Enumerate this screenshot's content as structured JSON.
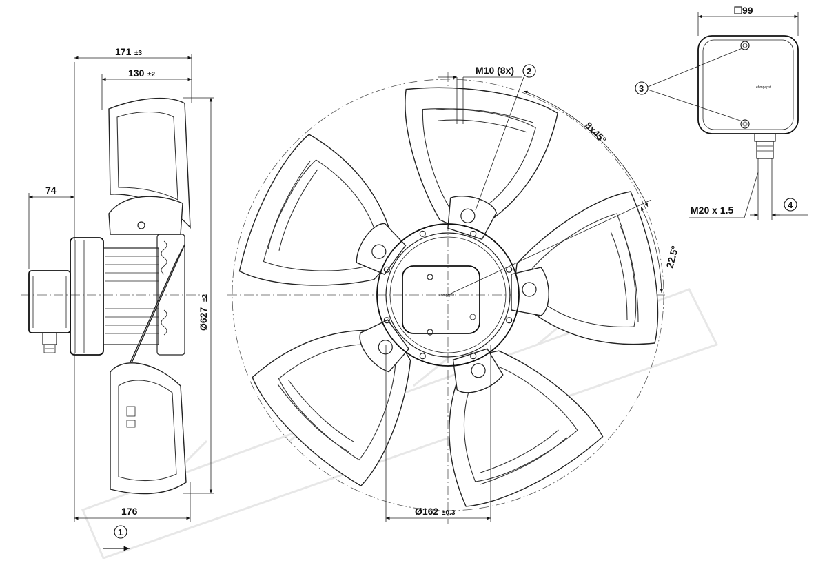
{
  "dimensions": {
    "d171": "171",
    "d171_tol": "±3",
    "d130": "130",
    "d130_tol": "±2",
    "d74": "74",
    "d627": "Ø627",
    "d627_tol": "±2",
    "d176": "176",
    "d162": "Ø162",
    "d162_tol": "±0.3",
    "m10": "M10 (8x)",
    "angle8x45": "8x45°",
    "angle22": "22.5°",
    "box99": "99",
    "m20": "M20 x 1.5"
  },
  "callouts": {
    "c1": "1",
    "c2": "2",
    "c3": "3",
    "c4": "4"
  },
  "brand": "ebmpapst",
  "colors": {
    "line": "#222222",
    "background": "#ffffff",
    "watermark": "#d8d8d8"
  }
}
